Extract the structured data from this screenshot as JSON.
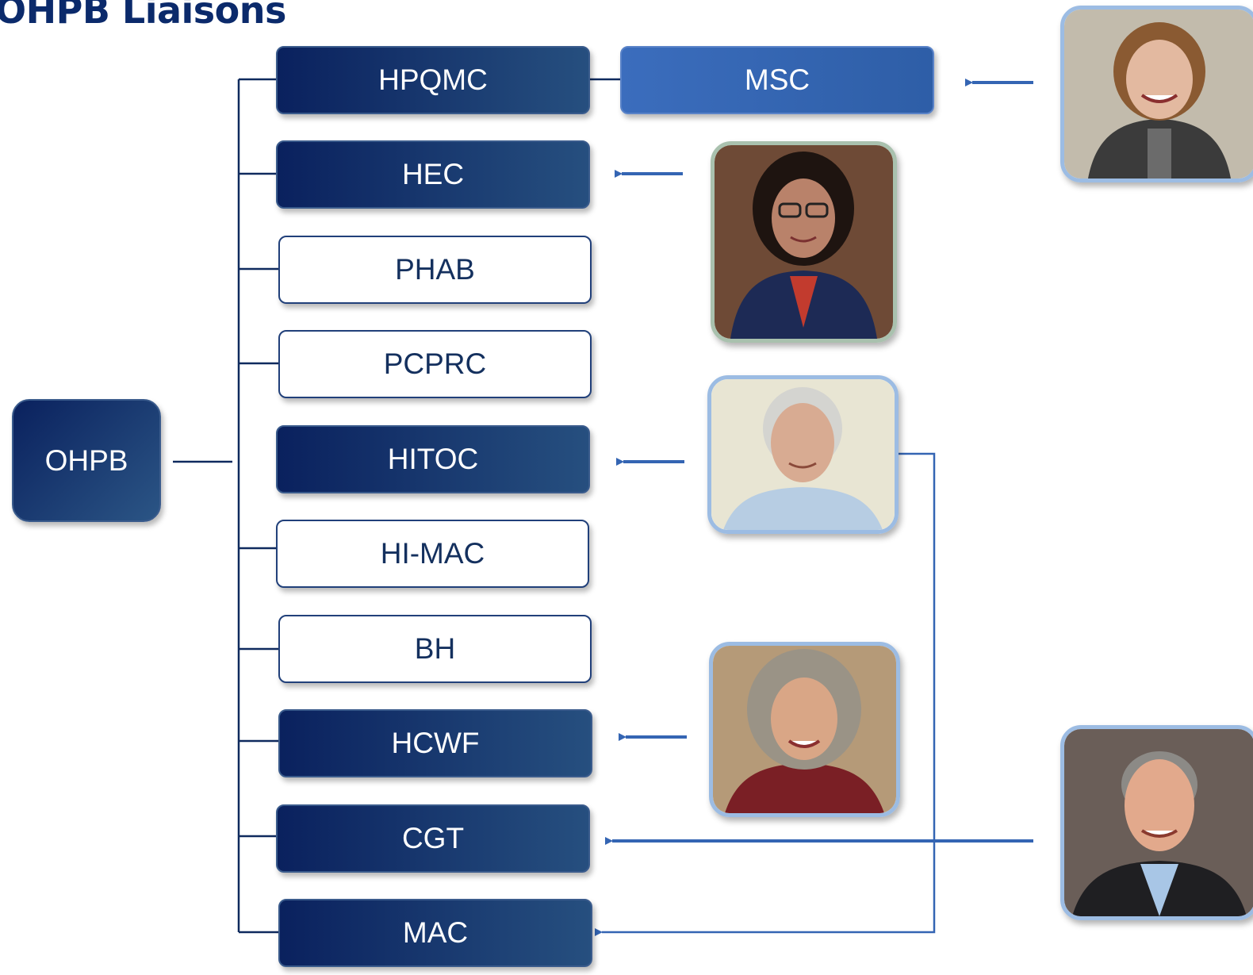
{
  "title": "OHPB Liaisons",
  "root": {
    "label": "OHPB"
  },
  "committees": [
    {
      "label": "HPQMC",
      "style": "dark"
    },
    {
      "label": "HEC",
      "style": "dark"
    },
    {
      "label": "PHAB",
      "style": "light"
    },
    {
      "label": "PCPRC",
      "style": "light"
    },
    {
      "label": "HITOC",
      "style": "dark"
    },
    {
      "label": "HI-MAC",
      "style": "light"
    },
    {
      "label": "BH",
      "style": "light"
    },
    {
      "label": "HCWF",
      "style": "dark"
    },
    {
      "label": "CGT",
      "style": "dark"
    },
    {
      "label": "MAC",
      "style": "dark"
    }
  ],
  "sub_committee": {
    "label": "MSC"
  },
  "liaison_photos": [
    {
      "icon": "liaison-photo-msc"
    },
    {
      "icon": "liaison-photo-hec"
    },
    {
      "icon": "liaison-photo-hitoc-mac"
    },
    {
      "icon": "liaison-photo-hcwf"
    },
    {
      "icon": "liaison-photo-cgt"
    }
  ],
  "colors": {
    "dark_box": "#0a215e",
    "dark_box_end": "#264f7f",
    "accent_box": "#3b6dbd",
    "connector": "#0f2a5e",
    "arrow": "#3465b3",
    "photo_border": "#9cbce3",
    "title": "#0b2a6b"
  }
}
